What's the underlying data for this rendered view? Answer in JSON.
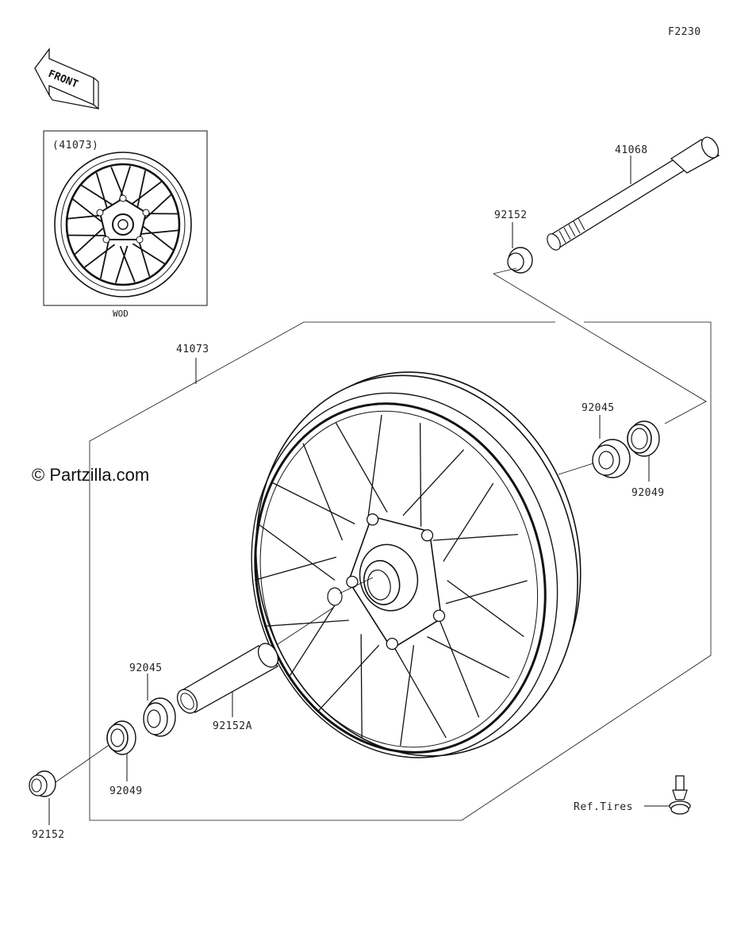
{
  "diagram": {
    "code": "F2230",
    "front_text": "FRONT",
    "watermark": "© Partzilla.com",
    "inset": {
      "ref_label": "(41073)",
      "caption": "WOD"
    },
    "parts": {
      "wheel": "41073",
      "axle": "41068",
      "collar_top": "92152",
      "bearing_right": "92045",
      "seal_right": "92049",
      "bearing_left": "92045",
      "seal_left": "92049",
      "collar_left": "92152",
      "spacer": "92152A",
      "valve": "Ref.Tires"
    }
  }
}
